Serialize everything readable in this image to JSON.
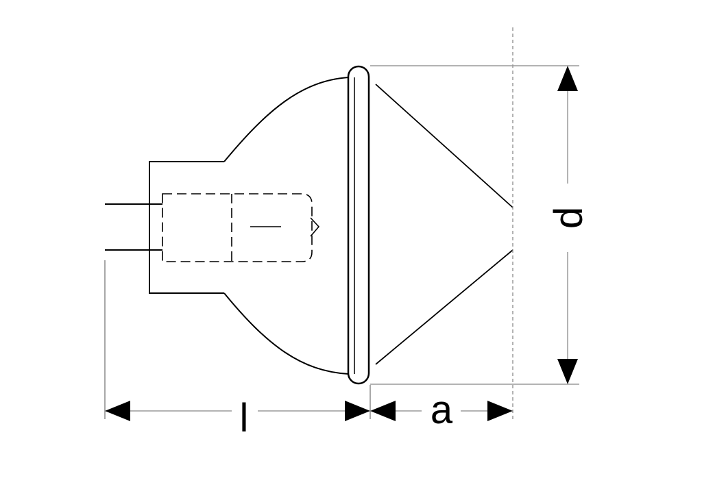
{
  "labels": {
    "length": "l",
    "distance": "a",
    "diameter": "d"
  },
  "colors": {
    "line": "#000000",
    "extension_line": "#9a9a9a",
    "background": "#ffffff"
  }
}
